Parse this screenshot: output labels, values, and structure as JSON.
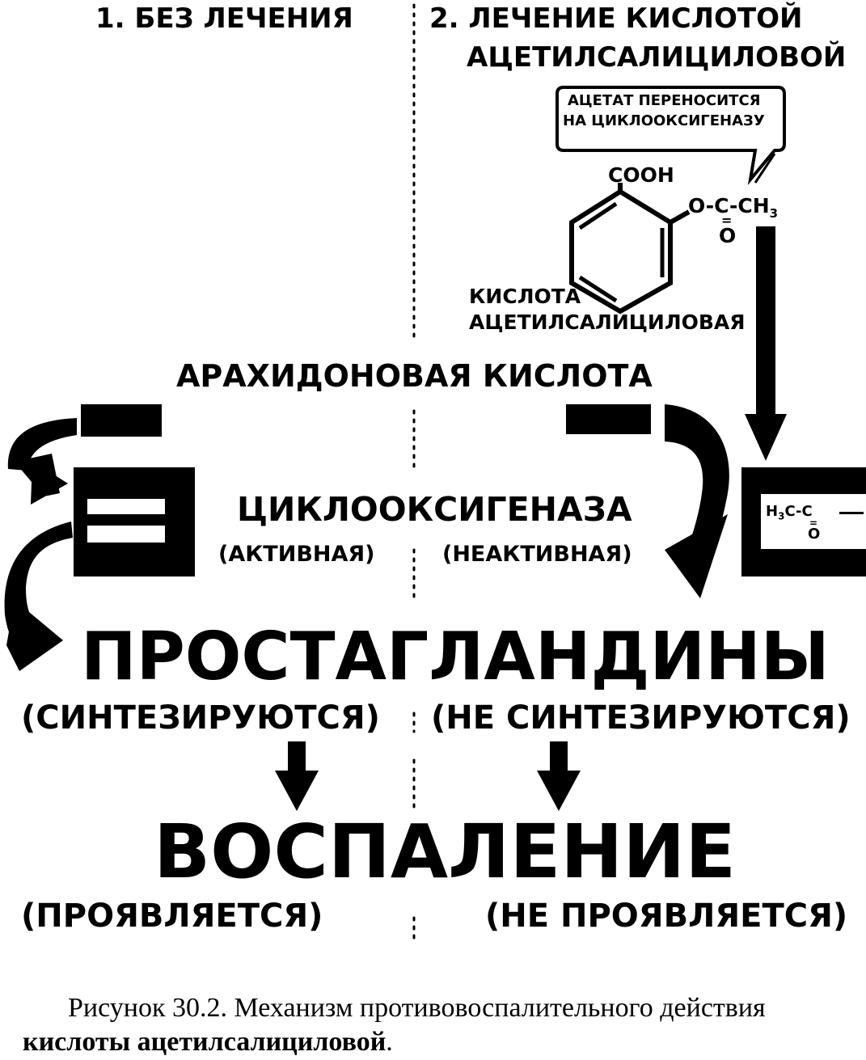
{
  "header": {
    "left_title": "1. БЕЗ ЛЕЧЕНИЯ",
    "right_title_line1": "2. ЛЕЧЕНИЕ КИСЛОТОЙ",
    "right_title_line2": "АЦЕТИЛСАЛИЦИЛОВОЙ"
  },
  "callout": {
    "line1": "АЦЕТАТ ПЕРЕНОСИТСЯ",
    "line2": "НА ЦИКЛООКСИГЕНАЗУ"
  },
  "molecule": {
    "cooh": "COOH",
    "ester": "O-C-CH",
    "ester_sub": "3",
    "carbonyl_o": "O",
    "name_line1": "КИСЛОТА",
    "name_line2": "АЦЕТИЛСАЛИЦИЛОВАЯ"
  },
  "arachidonic_acid": "АРАХИДОНОВАЯ КИСЛОТА",
  "enzyme": {
    "name": "ЦИКЛООКСИГЕНАЗА",
    "active": "(АКТИВНАЯ)",
    "inactive": "(НЕАКТИВНАЯ)",
    "acetyl_h": "H",
    "acetyl_sub": "3",
    "acetyl_rest": "C-C",
    "acetyl_o": "O"
  },
  "prostaglandins": {
    "title": "ПРОСТАГЛАНДИНЫ",
    "left_status": "(СИНТЕЗИРУЮТСЯ)",
    "right_status": "(НЕ СИНТЕЗИРУЮТСЯ)"
  },
  "inflammation": {
    "title": "ВОСПАЛЕНИЕ",
    "left_status": "(ПРОЯВЛЯЕТСЯ)",
    "right_status": "(НЕ ПРОЯВЛЯЕТСЯ)"
  },
  "caption": {
    "prefix": "Рисунок 30.2. Механизм противовоспалительного действия ",
    "bold": "кислоты ацетилсалициловой",
    "suffix": "."
  }
}
